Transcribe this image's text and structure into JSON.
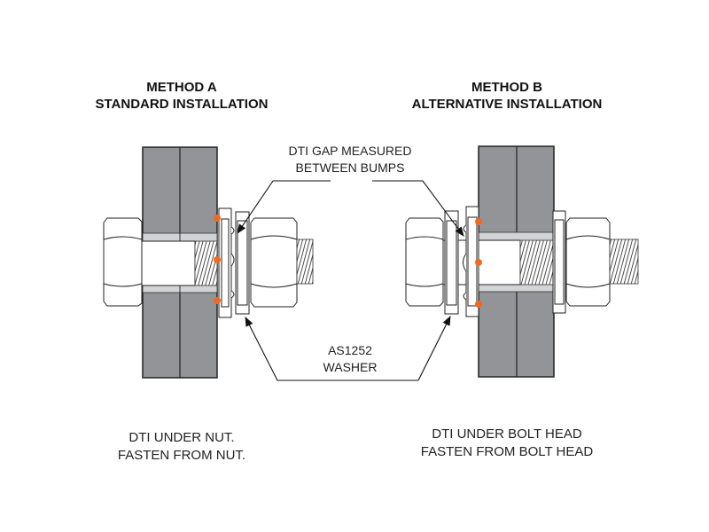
{
  "method_a": {
    "title_line1": "METHOD A",
    "title_line2": "STANDARD INSTALLATION",
    "caption_line1": "DTI UNDER NUT.",
    "caption_line2": "FASTEN FROM NUT."
  },
  "method_b": {
    "title_line1": "METHOD B",
    "title_line2": "ALTERNATIVE INSTALLATION",
    "caption_line1": "DTI UNDER BOLT HEAD",
    "caption_line2": "FASTEN FROM BOLT HEAD"
  },
  "callouts": {
    "dti_gap_line1": "DTI GAP MEASURED",
    "dti_gap_line2": "BETWEEN BUMPS",
    "washer_line1": "AS1252",
    "washer_line2": "WASHER"
  },
  "colors": {
    "plate": "#939498",
    "bump_marker": "#f26a21",
    "hole": "#d2d3d5"
  }
}
